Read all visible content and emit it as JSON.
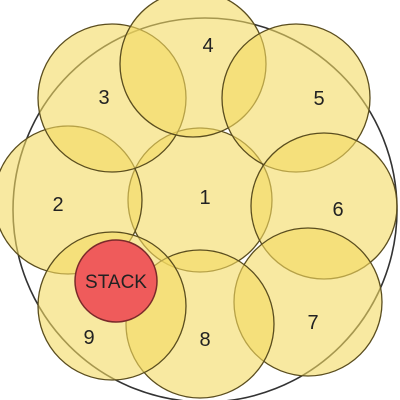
{
  "colors": {
    "circle_fill": "#f3db63",
    "circle_stroke": "#5a4d1e",
    "outer_stroke": "#333333",
    "stack_fill": "#ef5b5b",
    "stack_stroke": "#7a2a2a"
  },
  "circles": [
    {
      "id": "1",
      "label": "1"
    },
    {
      "id": "2",
      "label": "2"
    },
    {
      "id": "3",
      "label": "3"
    },
    {
      "id": "4",
      "label": "4"
    },
    {
      "id": "5",
      "label": "5"
    },
    {
      "id": "6",
      "label": "6"
    },
    {
      "id": "7",
      "label": "7"
    },
    {
      "id": "8",
      "label": "8"
    },
    {
      "id": "9",
      "label": "9"
    }
  ],
  "stack": {
    "label": "STACK"
  }
}
